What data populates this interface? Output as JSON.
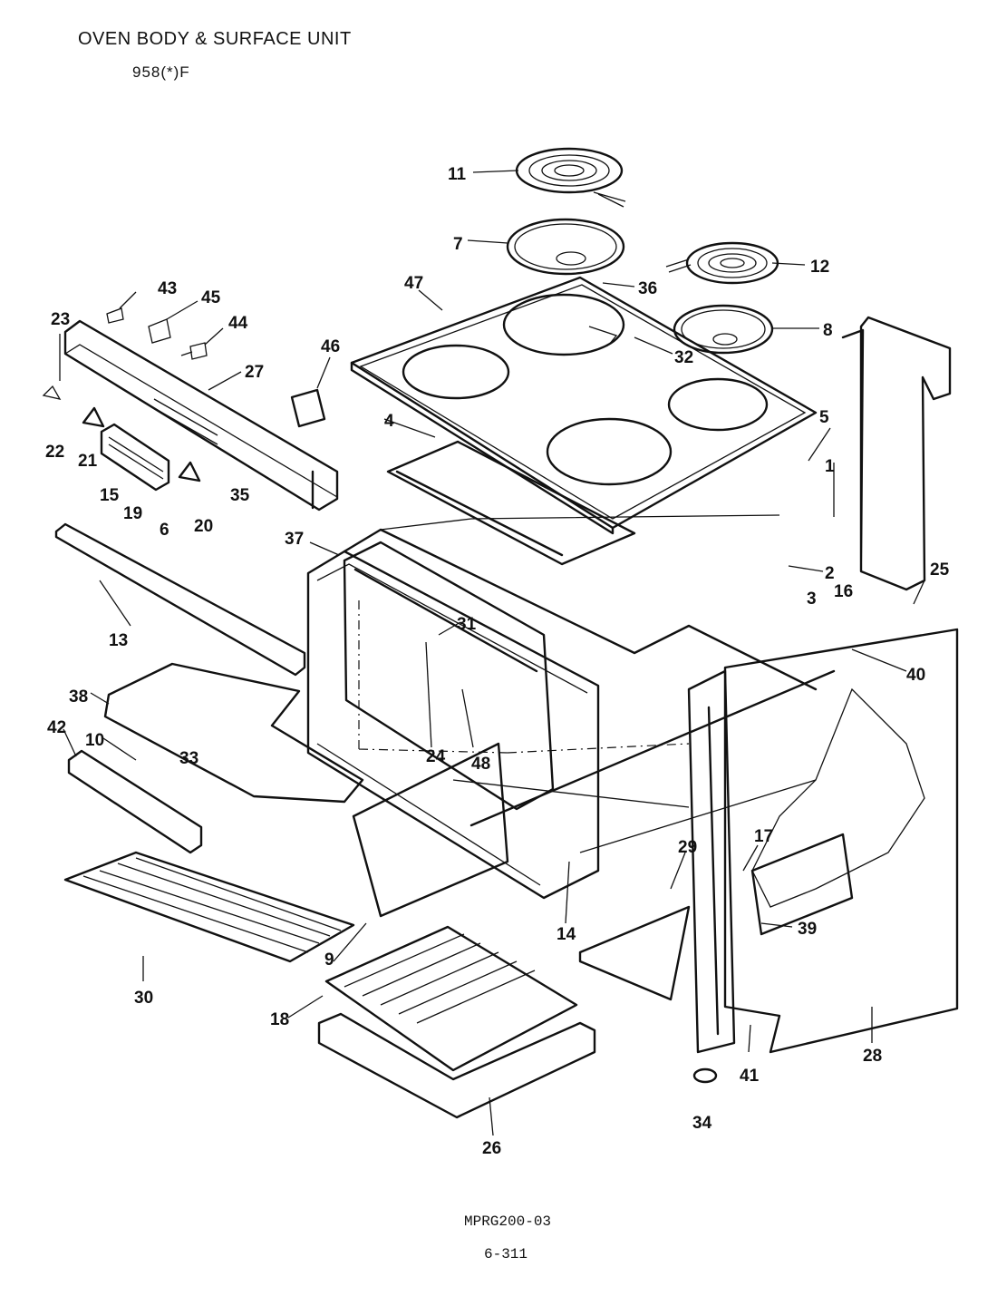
{
  "header": {
    "title": "OVEN BODY & SURFACE UNIT",
    "model": "958(*)F"
  },
  "footer": {
    "doc_code": "MPRG200-03",
    "page_code": "6-311"
  },
  "callouts": [
    {
      "id": "11",
      "label": "11"
    },
    {
      "id": "7",
      "label": "7"
    },
    {
      "id": "12",
      "label": "12"
    },
    {
      "id": "47",
      "label": "47"
    },
    {
      "id": "36",
      "label": "36"
    },
    {
      "id": "8",
      "label": "8"
    },
    {
      "id": "32",
      "label": "32"
    },
    {
      "id": "43",
      "label": "43"
    },
    {
      "id": "45",
      "label": "45"
    },
    {
      "id": "23",
      "label": "23"
    },
    {
      "id": "44",
      "label": "44"
    },
    {
      "id": "46",
      "label": "46"
    },
    {
      "id": "27",
      "label": "27"
    },
    {
      "id": "22",
      "label": "22"
    },
    {
      "id": "21",
      "label": "21"
    },
    {
      "id": "15",
      "label": "15"
    },
    {
      "id": "19",
      "label": "19"
    },
    {
      "id": "6",
      "label": "6"
    },
    {
      "id": "20",
      "label": "20"
    },
    {
      "id": "35",
      "label": "35"
    },
    {
      "id": "4",
      "label": "4"
    },
    {
      "id": "5",
      "label": "5"
    },
    {
      "id": "1",
      "label": "1"
    },
    {
      "id": "37",
      "label": "37"
    },
    {
      "id": "2",
      "label": "2"
    },
    {
      "id": "3",
      "label": "3"
    },
    {
      "id": "16",
      "label": "16"
    },
    {
      "id": "25",
      "label": "25"
    },
    {
      "id": "13",
      "label": "13"
    },
    {
      "id": "31",
      "label": "31"
    },
    {
      "id": "40",
      "label": "40"
    },
    {
      "id": "38",
      "label": "38"
    },
    {
      "id": "42",
      "label": "42"
    },
    {
      "id": "10",
      "label": "10"
    },
    {
      "id": "33",
      "label": "33"
    },
    {
      "id": "24",
      "label": "24"
    },
    {
      "id": "48",
      "label": "48"
    },
    {
      "id": "29",
      "label": "29"
    },
    {
      "id": "17",
      "label": "17"
    },
    {
      "id": "14",
      "label": "14"
    },
    {
      "id": "9",
      "label": "9"
    },
    {
      "id": "39",
      "label": "39"
    },
    {
      "id": "30",
      "label": "30"
    },
    {
      "id": "18",
      "label": "18"
    },
    {
      "id": "28",
      "label": "28"
    },
    {
      "id": "41",
      "label": "41"
    },
    {
      "id": "34",
      "label": "34"
    },
    {
      "id": "26",
      "label": "26"
    }
  ]
}
